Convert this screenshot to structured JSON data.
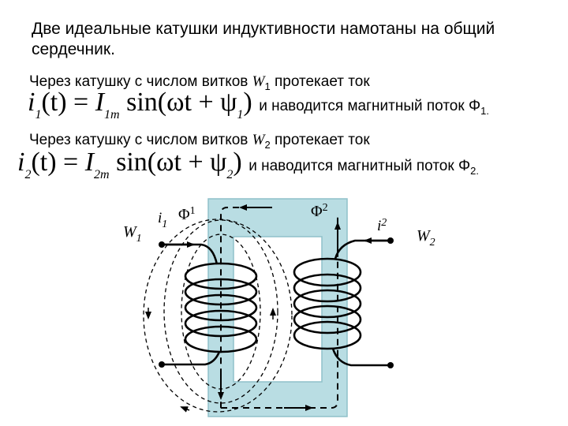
{
  "title": {
    "line1": "Две идеальные катушки индуктивности намотаны на общий",
    "line2": "сердечник."
  },
  "coil1_text": {
    "prefix": "Через катушку с числом витков",
    "w": "W",
    "w_sub": "1",
    "suffix": "протекает ток",
    "formula_i": "i",
    "formula_i_sub": "1",
    "formula_mid": "(t) = ",
    "formula_amp": "I",
    "formula_amp_sub": "1m",
    "formula_func": "sin",
    "formula_arg": "(ωt + ψ",
    "formula_arg_sub": "1",
    "formula_close": ")",
    "tail": "и наводится магнитный поток Φ",
    "tail_sub": "1."
  },
  "coil2_text": {
    "prefix": "Через катушку с числом витков",
    "w": "W",
    "w_sub": "2",
    "suffix": "протекает ток",
    "formula_i": "i",
    "formula_i_sub": "2",
    "formula_mid": "(t) = ",
    "formula_amp": "I",
    "formula_amp_sub": "2m",
    "formula_func": "sin",
    "formula_arg": "(ωt + ψ",
    "formula_arg_sub": "2",
    "formula_close": ")",
    "tail": "и наводится магнитный поток Φ",
    "tail_sub": "2."
  },
  "diagram": {
    "w1": "W",
    "w1_sub": "1",
    "w2": "W",
    "w2_sub": "2",
    "i1": "i",
    "i1_sub": "1",
    "i2": "i",
    "i2_sub": "2",
    "phi1": "Φ",
    "phi1_sub": "1",
    "phi2": "Φ",
    "phi2_sub": "2",
    "core_color": "#b9dde3",
    "core_stroke": "#8fc1ca"
  }
}
